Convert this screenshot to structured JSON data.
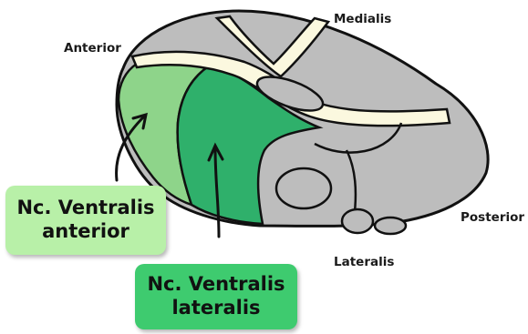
{
  "orientation": {
    "anterior": "Anterior",
    "medialis": "Medialis",
    "posterior": "Posterior",
    "lateralis": "Lateralis"
  },
  "callouts": {
    "ventralis_anterior": {
      "line1": "Nc. Ventralis",
      "line2": "anterior",
      "color": "#b8f0a8"
    },
    "ventralis_lateralis": {
      "line1": "Nc. Ventralis",
      "line2": "lateralis",
      "color": "#3ecb6f"
    }
  },
  "colors": {
    "thalamus_gray": "#bdbdbd",
    "white_matter": "#fbf8df",
    "ventral_anterior": "#8ed48a",
    "ventral_lateral": "#2fb06b",
    "outline": "#111111"
  }
}
